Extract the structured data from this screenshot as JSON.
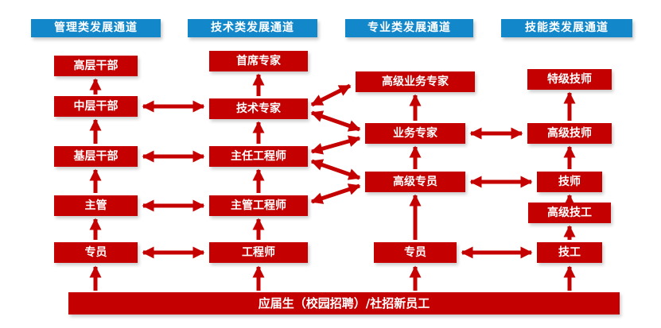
{
  "channels": [
    {
      "header": "管理类发展通道",
      "levels": [
        "高层干部",
        "中层干部",
        "基层干部",
        "主管",
        "专员"
      ]
    },
    {
      "header": "技术类发展通道",
      "levels": [
        "首席专家",
        "技术专家",
        "主任工程师",
        "主管工程师",
        "工程师"
      ]
    },
    {
      "header": "专业类发展通道",
      "levels": [
        "高级业务专家",
        "业务专家",
        "高级专员",
        "专员"
      ]
    },
    {
      "header": "技能类发展通道",
      "levels": [
        "特级技师",
        "高级技师",
        "技师",
        "高级技工",
        "技工"
      ]
    }
  ],
  "entry_bar": {
    "label": "应届生（校园招聘）/社招新员工"
  },
  "colors": {
    "header_blue": "#1287c9",
    "box_red": "#c40000",
    "arrow_red": "#c40000",
    "text_white": "#ffffff"
  }
}
